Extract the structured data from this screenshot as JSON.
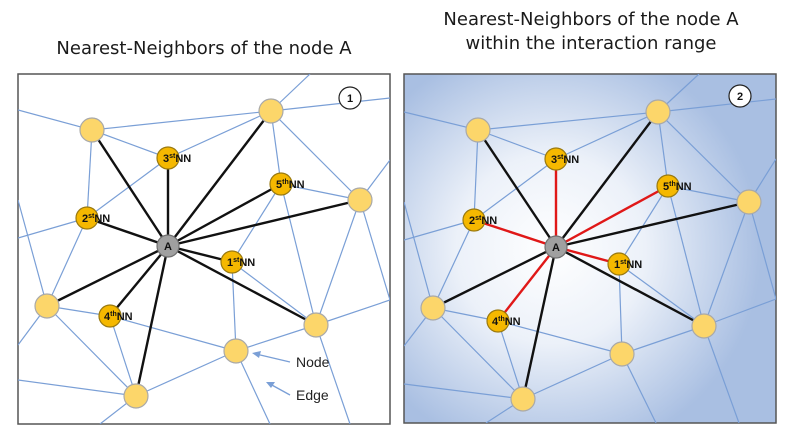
{
  "panel1": {
    "title": "Nearest-Neighbors of the node A",
    "number": "1"
  },
  "panel2": {
    "title_line1": "Nearest-Neighbors of the node A",
    "title_line2": "within the interaction range",
    "number": "2"
  },
  "center_label": "A",
  "neighbors": [
    {
      "ordinal": "3",
      "suffix": "st",
      "tag": "NN"
    },
    {
      "ordinal": "5",
      "suffix": "th",
      "tag": "NN"
    },
    {
      "ordinal": "2",
      "suffix": "st",
      "tag": "NN"
    },
    {
      "ordinal": "1",
      "suffix": "st",
      "tag": "NN"
    },
    {
      "ordinal": "4",
      "suffix": "th",
      "tag": "NN"
    }
  ],
  "annotations": {
    "node": "Node",
    "edge": "Edge"
  },
  "colors": {
    "node": "#fcd66a",
    "nearest_neighbor": "#f5b800",
    "center": "#a0a0a0",
    "mesh_edge": "#7a9fd6",
    "link": "#111111",
    "in_range_link": "#e01818"
  }
}
